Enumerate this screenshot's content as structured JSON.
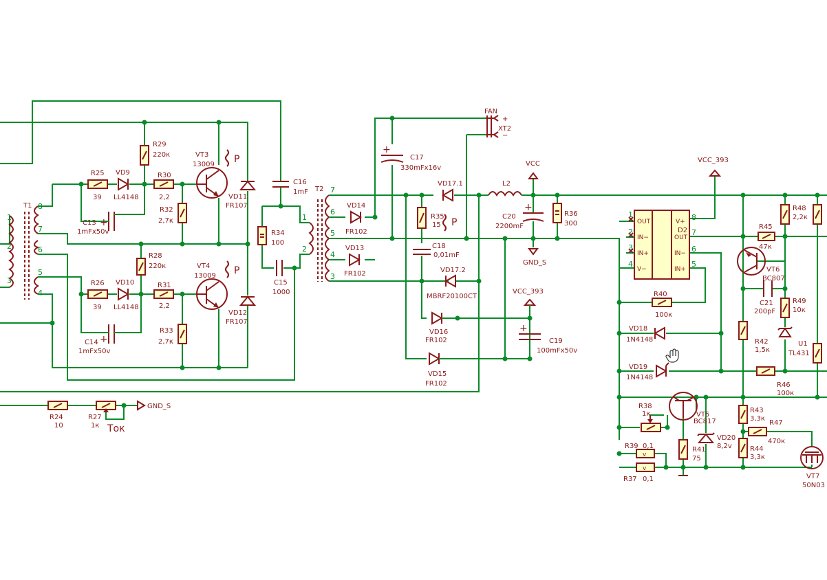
{
  "components": {
    "R29": {
      "ref": "R29",
      "value": "220к"
    },
    "R25": {
      "ref": "R25",
      "value": "39"
    },
    "R30": {
      "ref": "R30",
      "value": "2,2"
    },
    "R32": {
      "ref": "R32",
      "value": "2,7к"
    },
    "R28": {
      "ref": "R28",
      "value": "220к"
    },
    "R26": {
      "ref": "R26",
      "value": "39"
    },
    "R31": {
      "ref": "R31",
      "value": "2,2"
    },
    "R33": {
      "ref": "R33",
      "value": "2,7к"
    },
    "R34": {
      "ref": "R34",
      "value": "100"
    },
    "R24": {
      "ref": "R24",
      "value": "10"
    },
    "R27": {
      "ref": "R27",
      "value": "1к"
    },
    "R35": {
      "ref": "R35",
      "value": "15"
    },
    "R36": {
      "ref": "R36",
      "value": "300"
    },
    "R40": {
      "ref": "R40",
      "value": "100к"
    },
    "R38": {
      "ref": "R38",
      "value": "1к"
    },
    "R39": {
      "ref": "R39",
      "value": "0,1"
    },
    "R37": {
      "ref": "R37",
      "value": "0,1"
    },
    "R41": {
      "ref": "R41",
      "value": "75"
    },
    "R42": {
      "ref": "R42",
      "value": "1,5к"
    },
    "R43": {
      "ref": "R43",
      "value": "3,3к"
    },
    "R44": {
      "ref": "R44",
      "value": "3,3к"
    },
    "R45": {
      "ref": "R45",
      "value": "47к"
    },
    "R46": {
      "ref": "R46",
      "value": "100к"
    },
    "R47": {
      "ref": "R47",
      "value": "470к"
    },
    "R48": {
      "ref": "R48",
      "value": "2,2к"
    },
    "R49": {
      "ref": "R49",
      "value": "10к"
    },
    "C13": {
      "ref": "C13",
      "value": "1mFx50v"
    },
    "C14": {
      "ref": "C14",
      "value": "1mFx50v"
    },
    "C15": {
      "ref": "C15",
      "value": "1000"
    },
    "C16": {
      "ref": "C16",
      "value": "1mF"
    },
    "C17": {
      "ref": "C17",
      "value": "330mFx16v"
    },
    "C18": {
      "ref": "C18",
      "value": "0,01mF"
    },
    "C19": {
      "ref": "C19",
      "value": "100mFx50v"
    },
    "C20": {
      "ref": "C20",
      "value": "2200mF"
    },
    "C21": {
      "ref": "C21",
      "value": "200pF"
    },
    "VD9": {
      "ref": "VD9",
      "value": "LL4148"
    },
    "VD10": {
      "ref": "VD10",
      "value": "LL4148"
    },
    "VD11": {
      "ref": "VD11",
      "value": "FR107"
    },
    "VD12": {
      "ref": "VD12",
      "value": "FR107"
    },
    "VD13": {
      "ref": "VD13",
      "value": "FR102"
    },
    "VD14": {
      "ref": "VD14",
      "value": "FR102"
    },
    "VD15": {
      "ref": "VD15",
      "value": "FR102"
    },
    "VD16": {
      "ref": "VD16",
      "value": "FR102"
    },
    "VD17_1": {
      "ref": "VD17.1",
      "value": ""
    },
    "VD17_2": {
      "ref": "VD17.2",
      "value": "MBRF20100CT"
    },
    "VD18": {
      "ref": "VD18",
      "value": "1N4148"
    },
    "VD19": {
      "ref": "VD19",
      "value": "1N4148"
    },
    "VD20": {
      "ref": "VD20",
      "value": "8,2v"
    },
    "VT3": {
      "ref": "VT3",
      "value": "13009"
    },
    "VT4": {
      "ref": "VT4",
      "value": "13009"
    },
    "VT5": {
      "ref": "VT5",
      "value": "BC817"
    },
    "VT6": {
      "ref": "VT6",
      "value": "BC807"
    },
    "VT7": {
      "ref": "VT7",
      "value": "50N03"
    },
    "U1": {
      "ref": "U1",
      "value": "TL431"
    },
    "L2": {
      "ref": "L2",
      "value": ""
    },
    "T1": {
      "ref": "T1",
      "value": ""
    },
    "T2": {
      "ref": "T2",
      "value": ""
    },
    "XT2": {
      "ref": "XT2",
      "value": "FAN"
    },
    "D2": {
      "ref": "D2",
      "value": ""
    }
  },
  "power_labels": {
    "vcc": "VCC",
    "vcc_393_a": "VCC_393",
    "vcc_393_b": "VCC_393",
    "gnd_s_a": "GND_S",
    "gnd_s_b": "GND_S"
  },
  "misc_labels": {
    "tok": "Ток",
    "p1": "P",
    "p2": "P",
    "p3": "P",
    "xt2_plus": "+",
    "xt2_minus": "−"
  },
  "d2_pins": {
    "out_l": "OUT",
    "in_minus_l": "IN−",
    "in_plus_l": "IN+",
    "v_minus": "V−",
    "v_plus": "V+",
    "out_r": "OUT",
    "in_minus_r": "IN−",
    "in_plus_r": "IN+",
    "n1": "1",
    "n2": "2",
    "n3": "3",
    "n4": "4",
    "n5": "5",
    "n6": "6",
    "n7": "7",
    "n8": "8"
  },
  "t1_pins": {
    "p1": "1",
    "p2": "2",
    "p3": "3",
    "p4": "4",
    "p5": "5",
    "p6": "6",
    "p7": "7",
    "p8": "8"
  },
  "t2_pins": {
    "p1": "1",
    "p2": "2",
    "p3": "3",
    "p4": "4",
    "p5": "5",
    "p6": "6",
    "p7": "7"
  },
  "colors": {
    "wire": "#0a8a2a",
    "component": "#8b1a1a",
    "resistor_fill": "#ffffc8",
    "background": "#ffffff"
  }
}
